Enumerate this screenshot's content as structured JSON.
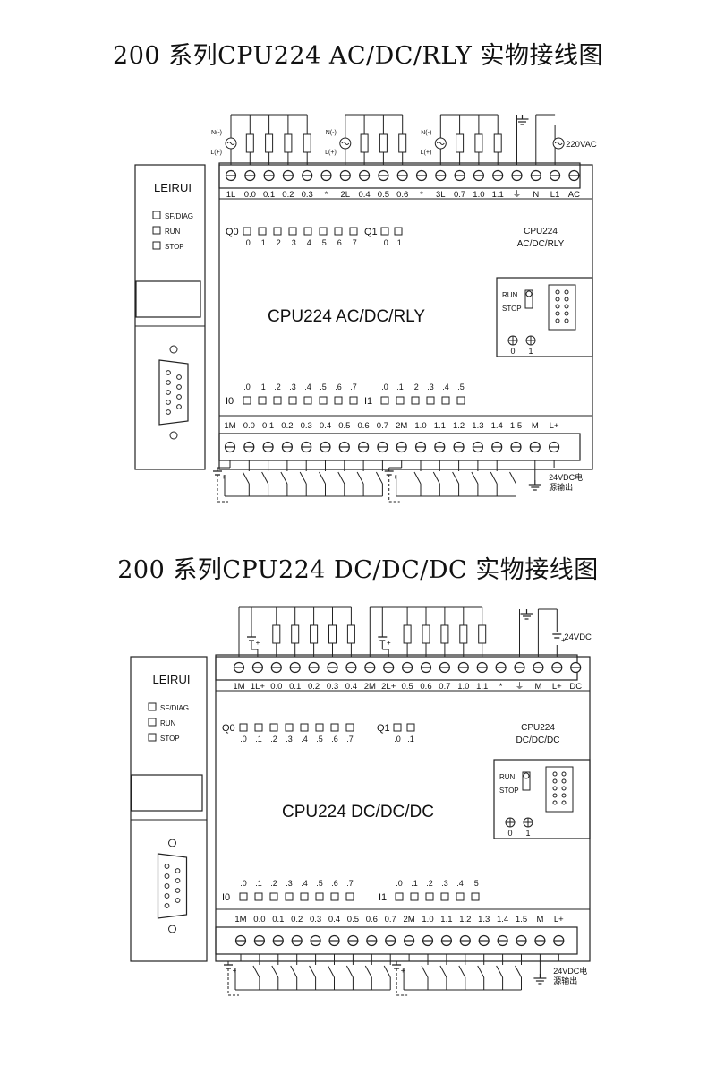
{
  "titles": [
    "200 系列CPU224 AC/DC/RLY 实物接线图",
    "200 系列CPU224 DC/DC/DC 实物接线图"
  ],
  "brand": "LEIRUI",
  "status_leds": [
    "SF/DIAG",
    "RUN",
    "STOP"
  ],
  "switch_labels": {
    "run": "RUN",
    "stop": "STOP"
  },
  "pots": [
    "0",
    "1"
  ],
  "output_bytes": [
    "Q0",
    "Q1"
  ],
  "input_bytes": [
    "I0",
    "I1"
  ],
  "q0_bits": [
    ".0",
    ".1",
    ".2",
    ".3",
    ".4",
    ".5",
    ".6",
    ".7"
  ],
  "q1_bits": [
    ".0",
    ".1"
  ],
  "i0_bits": [
    ".0",
    ".1",
    ".2",
    ".3",
    ".4",
    ".5",
    ".6",
    ".7"
  ],
  "i1_bits": [
    ".0",
    ".1",
    ".2",
    ".3",
    ".4",
    ".5"
  ],
  "sensor_power": [
    "24VDC电",
    "源输出"
  ],
  "bottom_labels": [
    "1M",
    "0.0",
    "0.1",
    "0.2",
    "0.3",
    "0.4",
    "0.5",
    "0.6",
    "0.7",
    "2M",
    "1.0",
    "1.1",
    "1.2",
    "1.3",
    "1.4",
    "1.5",
    "M",
    "L+"
  ],
  "module1": {
    "model_main": "CPU224  AC/DC/RLY",
    "model_corner": [
      "CPU224",
      "AC/DC/RLY"
    ],
    "top_labels": [
      "1L",
      "0.0",
      "0.1",
      "0.2",
      "0.3",
      "*",
      "2L",
      "0.4",
      "0.5",
      "0.6",
      "*",
      "3L",
      "0.7",
      "1.0",
      "1.1",
      "⏚",
      "N",
      "L1",
      "AC"
    ],
    "supply": "220VAC",
    "source_labels": [
      "N(-)",
      "L(+)"
    ]
  },
  "module2": {
    "model_main": "CPU224 DC/DC/DC",
    "model_corner": [
      "CPU224",
      "DC/DC/DC"
    ],
    "top_labels": [
      "1M",
      "1L+",
      "0.0",
      "0.1",
      "0.2",
      "0.3",
      "0.4",
      "2M",
      "2L+",
      "0.5",
      "0.6",
      "0.7",
      "1.0",
      "1.1",
      "*",
      "⏚",
      "M",
      "L+",
      "DC"
    ],
    "supply": "24VDC"
  }
}
